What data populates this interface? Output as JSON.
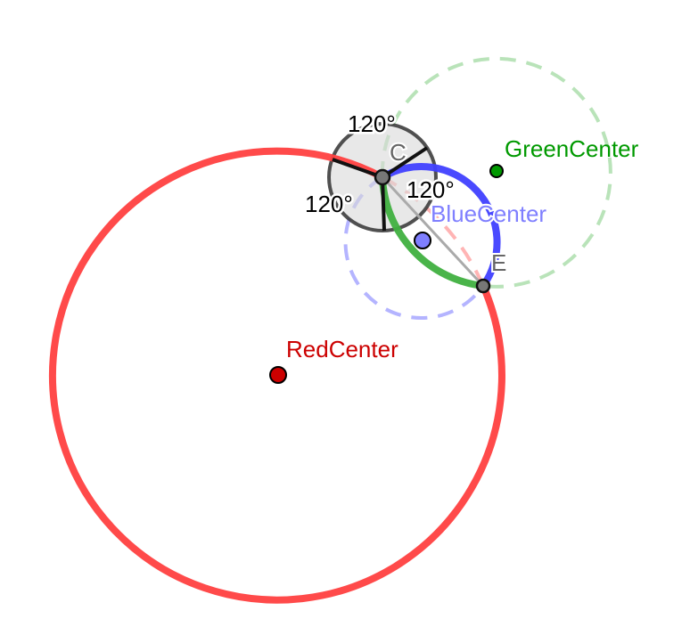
{
  "angles": [
    {
      "label": "120°"
    },
    {
      "label": "120°"
    },
    {
      "label": "120°"
    }
  ],
  "points": {
    "red_center": {
      "label": "RedCenter",
      "color": "#cc0000"
    },
    "green_center": {
      "label": "GreenCenter",
      "color": "#009900"
    },
    "blue_center": {
      "label": "BlueCenter",
      "color": "#7f7fff"
    },
    "c": {
      "label": "C"
    },
    "e": {
      "label": "E"
    }
  },
  "colors": {
    "red": "#ff4040",
    "blue": "#4040ff",
    "green": "#40b040",
    "point_gray": "#777777"
  }
}
